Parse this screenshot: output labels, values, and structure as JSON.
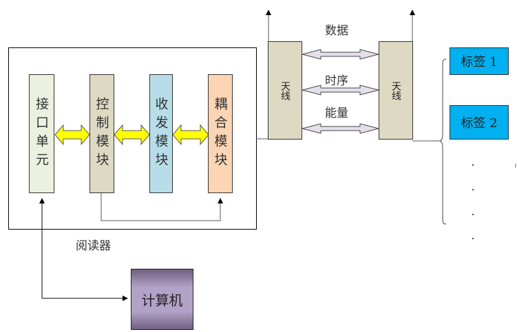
{
  "reader": {
    "label": "阅读器",
    "modules": [
      {
        "name": "interface-unit",
        "text": "接口单元",
        "color": "#ebf1de"
      },
      {
        "name": "control-module",
        "text": "控制模块",
        "color": "#ddd9c3"
      },
      {
        "name": "transceiver-module",
        "text": "收发模块",
        "color": "#b7dde8"
      },
      {
        "name": "coupling-module",
        "text": "耦合模块",
        "color": "#fcd5b5"
      }
    ]
  },
  "antennas": [
    {
      "text": "天线",
      "color": "#ddd9c3"
    },
    {
      "text": "天线",
      "color": "#ddd9c3"
    }
  ],
  "links": {
    "data": "数据",
    "timing": "时序",
    "energy": "能量"
  },
  "tags": [
    {
      "text": "标签 1",
      "color": "#00b0f0"
    },
    {
      "text": "标签 2",
      "color": "#00b0f0"
    }
  ],
  "tag_ellipsis": ".",
  "computer": {
    "text": "计算机"
  }
}
